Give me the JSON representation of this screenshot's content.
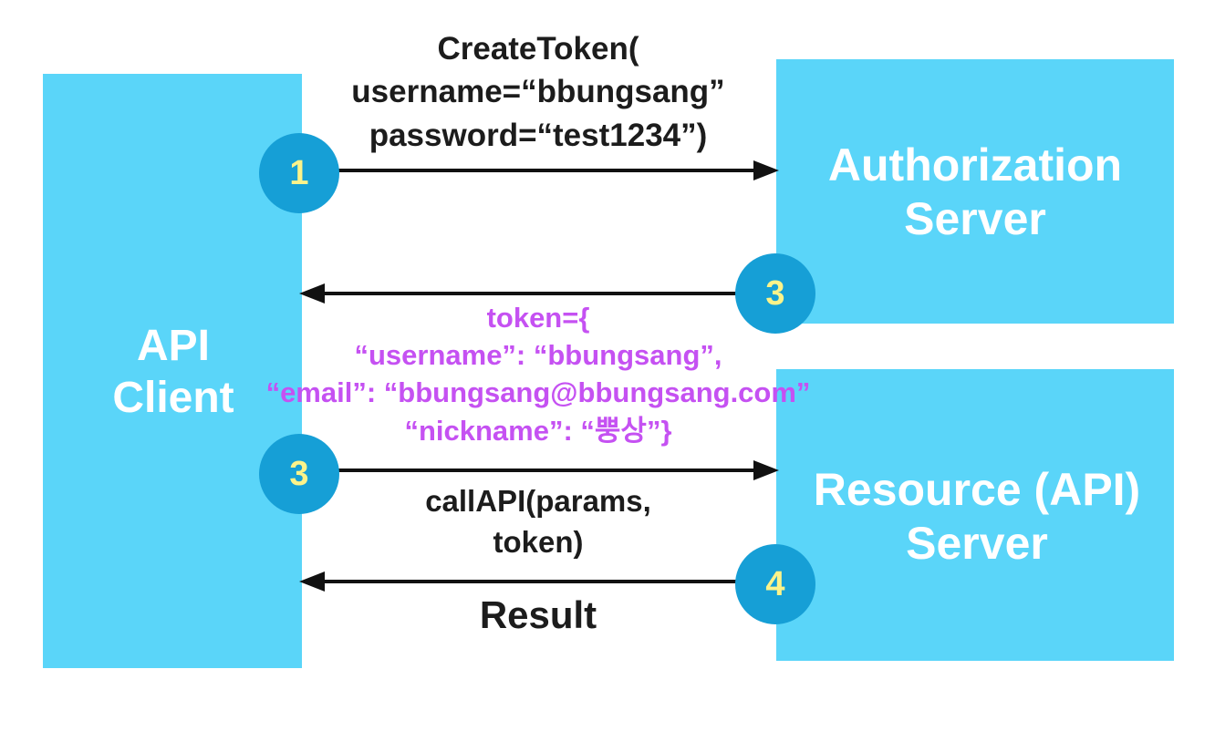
{
  "nodes": {
    "api_client": {
      "label_lines": [
        "API",
        "Client"
      ]
    },
    "authorization_server": {
      "label_lines": [
        "Authorization",
        "Server"
      ]
    },
    "resource_server": {
      "label_lines": [
        "Resource (API)",
        "Server"
      ]
    }
  },
  "steps": {
    "create_token": "1",
    "token_return": "3",
    "call_api": "3",
    "result": "4"
  },
  "messages": {
    "create_token": [
      "CreateToken(",
      "username=“bbungsang”",
      "password=“test1234”)"
    ],
    "token": [
      "token={",
      "“username”: “bbungsang”,",
      "“email”: “bbungsang@bbungsang.com”",
      "“nickname”: “뿡상”}"
    ],
    "call_api": [
      "callAPI(params,",
      "token)"
    ],
    "result": "Result"
  },
  "colors": {
    "box": "#5ad5f9",
    "step_circle": "#169fd6",
    "step_number": "#fbf38a",
    "token_text": "#c551f2",
    "arrow": "#111111"
  }
}
